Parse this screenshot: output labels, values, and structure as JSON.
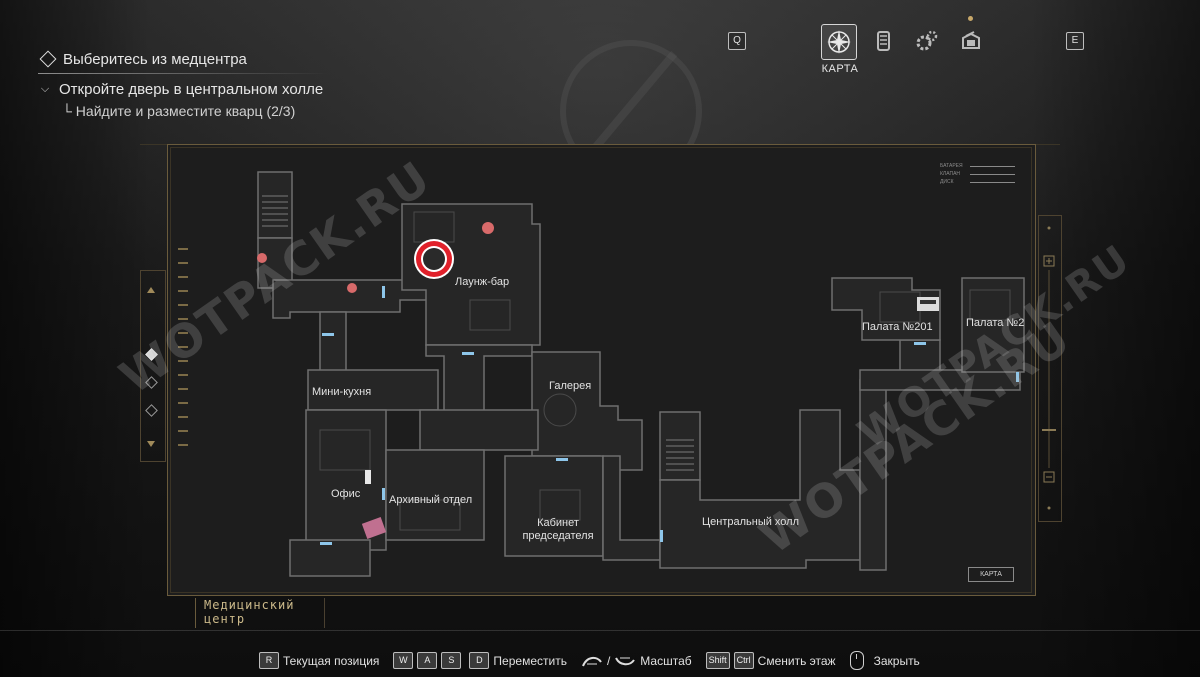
{
  "objectives": {
    "main": "Выберитесь из медцентра",
    "task": "Откройте дверь в центральном холле",
    "subtask": "└ Найдите и разместите кварц (2/3)"
  },
  "menu": {
    "left_key": "Q",
    "right_key": "E",
    "active_tab_label": "КАРТА",
    "tabs": [
      {
        "icon": "compass-map-icon",
        "active": true
      },
      {
        "icon": "files-icon",
        "active": false
      },
      {
        "icon": "gears-icon",
        "active": false
      },
      {
        "icon": "inventory-box-icon",
        "active": false
      }
    ]
  },
  "map": {
    "area_name_line1": "Медицинский",
    "area_name_line2": "центр",
    "map_button": "КАРТА",
    "legend": [
      "БАТАРЕЯ",
      "КЛАПАН",
      "ДИСК"
    ],
    "rooms": [
      "Лаунж-бар",
      "Мини-кухня",
      "Галерея",
      "Палата №201",
      "Палата №2",
      "Офис",
      "Архивный отдел",
      "Кабинет председателя",
      "Центральный холл"
    ],
    "player_marker": "current-position"
  },
  "watermarks": [
    "WOTPACK.RU",
    "WOTPACK.RU",
    "WOTPACK.RU"
  ],
  "hints": {
    "position_key": "R",
    "position_label": "Текущая позиция",
    "move_keys": [
      "W",
      "A",
      "S",
      "D"
    ],
    "move_label": "Переместить",
    "zoom_sep": "/",
    "zoom_label": "Масштаб",
    "floor_keys": [
      "Shift",
      "Ctrl"
    ],
    "floor_label": "Сменить этаж",
    "close_label": "Закрыть"
  },
  "colors": {
    "frame": "#6a5b3c",
    "marker": "#e0202a",
    "item": "#d86a6a",
    "door": "#8ec6ea"
  }
}
